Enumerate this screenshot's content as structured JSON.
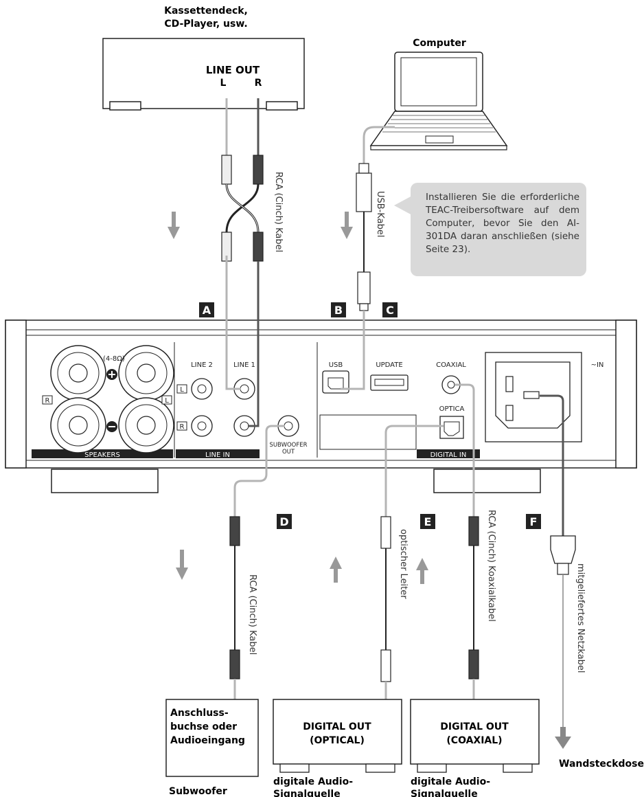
{
  "devices": {
    "cassette_deck_label": [
      "Kassettendeck,",
      "CD-Player, usw."
    ],
    "computer_label": "Computer",
    "subwoofer_box": [
      "Anschluss-",
      "buchse oder",
      "Audioeingang"
    ],
    "digital_optical_box": [
      "DIGITAL OUT",
      "(OPTICAL)"
    ],
    "digital_coaxial_box": [
      "DIGITAL OUT",
      "(COAXIAL)"
    ],
    "subwoofer_caption": "Subwoofer",
    "digital_source_caption_1": [
      "digitale Audio-",
      "Signalquelle"
    ],
    "digital_source_caption_2": [
      "digitale Audio-",
      "Signalquelle"
    ],
    "wall_outlet_caption": "Wandsteckdose"
  },
  "source_device": {
    "line_out": "LINE OUT",
    "left": "L",
    "right": "R"
  },
  "cables": {
    "rca_a": "RCA (Cinch) Kabel",
    "usb": "USB-Kabel",
    "rca_d": "RCA (Cinch) Kabel",
    "optical": "optischer Leiter",
    "coaxial": "RCA (Cinch) Koaxialkabel",
    "power": "mitgeliefertes Netzkabel"
  },
  "markers": [
    "A",
    "B",
    "C",
    "D",
    "E",
    "F"
  ],
  "callout_text": "Installieren Sie die erforderliche TEAC-Treibersoftware auf dem Computer, bevor Sie den AI-301DA daran anschließen (siehe Seite 23).",
  "rear_panel": {
    "impedance": "(4-8Ω)",
    "ch_r": "R",
    "ch_l": "L",
    "speakers": "SPEAKERS",
    "line2": "LINE 2",
    "line1": "LINE 1",
    "line_in": "LINE IN",
    "subwoofer_out": [
      "SUBWOOFER",
      "OUT"
    ],
    "usb": "USB",
    "update": "UPDATE",
    "coaxial": "COAXIAL",
    "optical": "OPTICA",
    "digital_in": "DIGITAL IN",
    "ac_in": "~IN"
  },
  "colors": {
    "cable_light": "#b4b4b4",
    "cable_dark": "#555555",
    "marker_bg": "#222222",
    "callout_bg": "#d9d9d9"
  }
}
